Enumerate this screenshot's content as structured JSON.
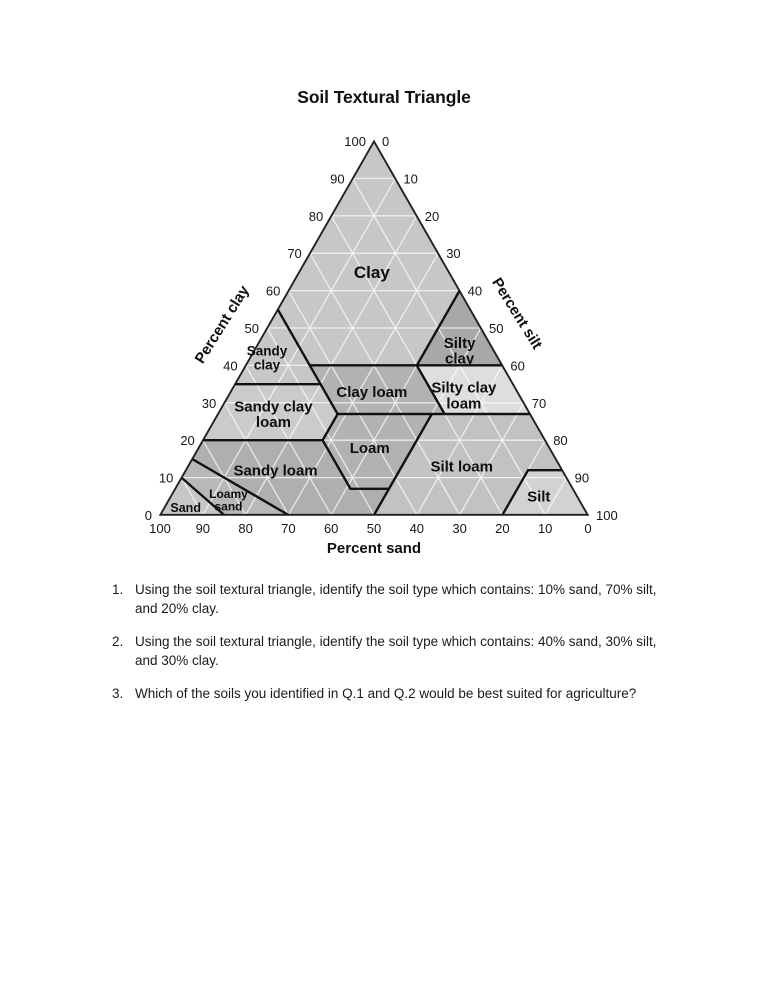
{
  "page": {
    "background": "#ffffff",
    "title": "Soil Textural Triangle"
  },
  "chart_data": {
    "type": "ternary-diagram",
    "title": "Soil Textural Triangle",
    "grid": {
      "interval": 10,
      "color": "#ffffff"
    },
    "line_color": "#111111",
    "axes": {
      "left": {
        "label": "Percent clay",
        "ticks": [
          100,
          90,
          80,
          70,
          60,
          50,
          40,
          30,
          20,
          10,
          0
        ]
      },
      "right": {
        "label": "Percent silt",
        "ticks": [
          0,
          10,
          20,
          30,
          40,
          50,
          60,
          70,
          80,
          90,
          100
        ]
      },
      "bottom": {
        "label": "Percent sand",
        "ticks": [
          100,
          90,
          80,
          70,
          60,
          50,
          40,
          30,
          20,
          10,
          0
        ]
      }
    },
    "regions": [
      {
        "name": "Clay",
        "lines": [
          "Clay"
        ],
        "color": "#c7c7c7",
        "font_size": 17,
        "label_pos": [
          18,
          17,
          65
        ],
        "vertices": [
          [
            45,
            0,
            55
          ],
          [
            0,
            0,
            100
          ],
          [
            0,
            40,
            60
          ],
          [
            20,
            40,
            40
          ],
          [
            45,
            15,
            40
          ]
        ]
      },
      {
        "name": "Silty clay",
        "lines": [
          "Silty",
          "clay"
        ],
        "color": "#a8a8a8",
        "font_size": 15,
        "label_pos": [
          8,
          48,
          44
        ],
        "vertices": [
          [
            20,
            40,
            40
          ],
          [
            0,
            40,
            60
          ],
          [
            0,
            60,
            40
          ]
        ]
      },
      {
        "name": "Sandy clay",
        "lines": [
          "Sandy",
          "clay"
        ],
        "color": "#c7c7c7",
        "font_size": 13.5,
        "label_pos": [
          54,
          4,
          42
        ],
        "vertices": [
          [
            65,
            0,
            35
          ],
          [
            45,
            0,
            55
          ],
          [
            45,
            20,
            35
          ]
        ]
      },
      {
        "name": "Clay loam",
        "lines": [
          "Clay loam"
        ],
        "color": "#b2b2b2",
        "font_size": 15,
        "label_pos": [
          34,
          33,
          33
        ],
        "vertices": [
          [
            45,
            28,
            27
          ],
          [
            45,
            15,
            40
          ],
          [
            20,
            40,
            40
          ],
          [
            20,
            53,
            27
          ]
        ]
      },
      {
        "name": "Silty clay loam",
        "lines": [
          "Silty clay",
          "loam"
        ],
        "color": "#dedede",
        "font_size": 15,
        "label_pos": [
          13,
          55,
          32
        ],
        "vertices": [
          [
            20,
            53,
            27
          ],
          [
            20,
            40,
            40
          ],
          [
            0,
            60,
            40
          ],
          [
            0,
            73,
            27
          ]
        ]
      },
      {
        "name": "Sandy clay loam",
        "lines": [
          "Sandy clay",
          "loam"
        ],
        "color": "#cbcbcb",
        "font_size": 15,
        "label_pos": [
          60,
          13,
          27
        ],
        "vertices": [
          [
            80,
            0,
            20
          ],
          [
            65,
            0,
            35
          ],
          [
            45,
            20,
            35
          ],
          [
            45,
            28,
            27
          ],
          [
            52,
            28,
            20
          ]
        ]
      },
      {
        "name": "Loam",
        "lines": [
          "Loam"
        ],
        "color": "#b2b2b2",
        "font_size": 15,
        "label_pos": [
          42,
          40,
          18
        ],
        "vertices": [
          [
            52,
            28,
            20
          ],
          [
            45,
            28,
            27
          ],
          [
            23,
            50,
            27
          ],
          [
            43,
            50,
            7
          ],
          [
            52,
            41,
            7
          ]
        ]
      },
      {
        "name": "Sandy loam",
        "lines": [
          "Sandy loam"
        ],
        "color": "#afafaf",
        "font_size": 15,
        "label_pos": [
          67,
          21,
          12
        ],
        "vertices": [
          [
            85,
            0,
            15
          ],
          [
            80,
            0,
            20
          ],
          [
            52,
            28,
            20
          ],
          [
            52,
            41,
            7
          ],
          [
            43,
            50,
            7
          ],
          [
            50,
            50,
            0
          ],
          [
            70,
            30,
            0
          ]
        ]
      },
      {
        "name": "Silt loam",
        "lines": [
          "Silt loam"
        ],
        "color": "#c2c2c2",
        "font_size": 15,
        "label_pos": [
          23,
          64,
          13
        ],
        "vertices": [
          [
            50,
            50,
            0
          ],
          [
            23,
            50,
            27
          ],
          [
            0,
            73,
            27
          ],
          [
            0,
            88,
            12
          ],
          [
            8,
            80,
            12
          ],
          [
            20,
            80,
            0
          ]
        ]
      },
      {
        "name": "Silt",
        "lines": [
          "Silt"
        ],
        "color": "#d2d2d2",
        "font_size": 15,
        "label_pos": [
          9,
          86,
          5
        ],
        "vertices": [
          [
            20,
            80,
            0
          ],
          [
            8,
            80,
            12
          ],
          [
            0,
            88,
            12
          ],
          [
            0,
            100,
            0
          ]
        ]
      },
      {
        "name": "Loamy sand",
        "lines": [
          "Loamy",
          "sand"
        ],
        "color": "#b8b8b8",
        "font_size": 12,
        "label_pos": [
          82,
          14,
          4
        ],
        "vertices": [
          [
            90,
            0,
            10
          ],
          [
            85,
            0,
            15
          ],
          [
            70,
            30,
            0
          ],
          [
            85,
            15,
            0
          ]
        ]
      },
      {
        "name": "Sand",
        "lines": [
          "Sand"
        ],
        "color": "#c6c6c6",
        "font_size": 12.5,
        "label_pos": [
          93,
          5,
          2
        ],
        "vertices": [
          [
            100,
            0,
            0
          ],
          [
            90,
            0,
            10
          ],
          [
            85,
            15,
            0
          ]
        ]
      }
    ]
  },
  "questions": {
    "items": [
      {
        "number": "1.",
        "text": "Using the soil textural triangle, identify the soil type which contains: 10% sand, 70% silt, and 20% clay."
      },
      {
        "number": "2.",
        "text": "Using the soil textural triangle, identify the soil type which contains: 40% sand, 30% silt, and 30% clay."
      },
      {
        "number": "3.",
        "text": "Which of the soils you identified in Q.1 and Q.2 would be best suited for agriculture?"
      }
    ]
  }
}
